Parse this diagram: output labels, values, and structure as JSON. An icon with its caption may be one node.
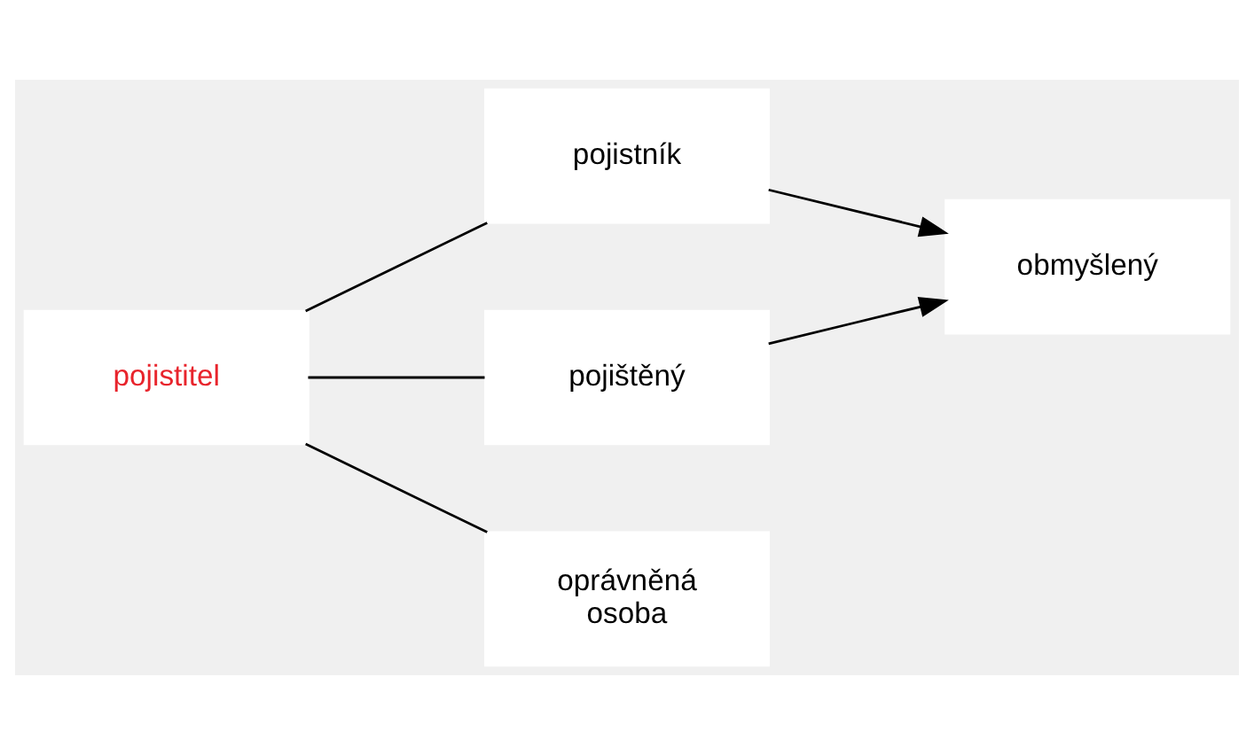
{
  "diagram": {
    "nodes": [
      {
        "text": [
          "pojistitel"
        ]
      },
      {
        "text": [
          "pojistník"
        ]
      },
      {
        "text": [
          "pojištěný"
        ]
      },
      {
        "text": [
          "oprávněná osoba"
        ]
      },
      {
        "text": [
          "obmyšlený"
        ]
      }
    ],
    "edges": [
      {
        "from": 0,
        "to": 1,
        "arrow": "none"
      },
      {
        "from": 0,
        "to": 2,
        "arrow": "none"
      },
      {
        "from": 0,
        "to": 3,
        "arrow": "none"
      },
      {
        "from": 1,
        "to": 4,
        "arrow": "to"
      },
      {
        "from": 2,
        "to": 4,
        "arrow": "to"
      }
    ]
  }
}
